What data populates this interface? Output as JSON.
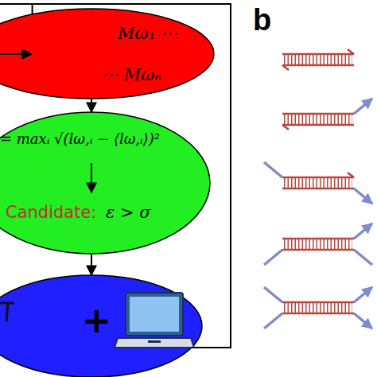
{
  "diagram": {
    "nodes": [
      {
        "text": [
          "Mω₁ ⋯",
          "⋯ Mωₙ"
        ]
      },
      {
        "text": [
          "= maxᵢ √(lω,ᵢ − ⟨lω,ᵢ⟩)²",
          "Candidate:",
          "ε > σ"
        ]
      },
      {
        "text": [
          "+"
        ]
      }
    ],
    "edges": [
      {
        "from": 0,
        "to": 1,
        "arrow": "to"
      },
      {
        "from": 1,
        "to": 2,
        "arrow": "to"
      },
      {
        "from": 2,
        "to": 0,
        "arrow": "none"
      }
    ],
    "labels": [
      "b"
    ]
  }
}
